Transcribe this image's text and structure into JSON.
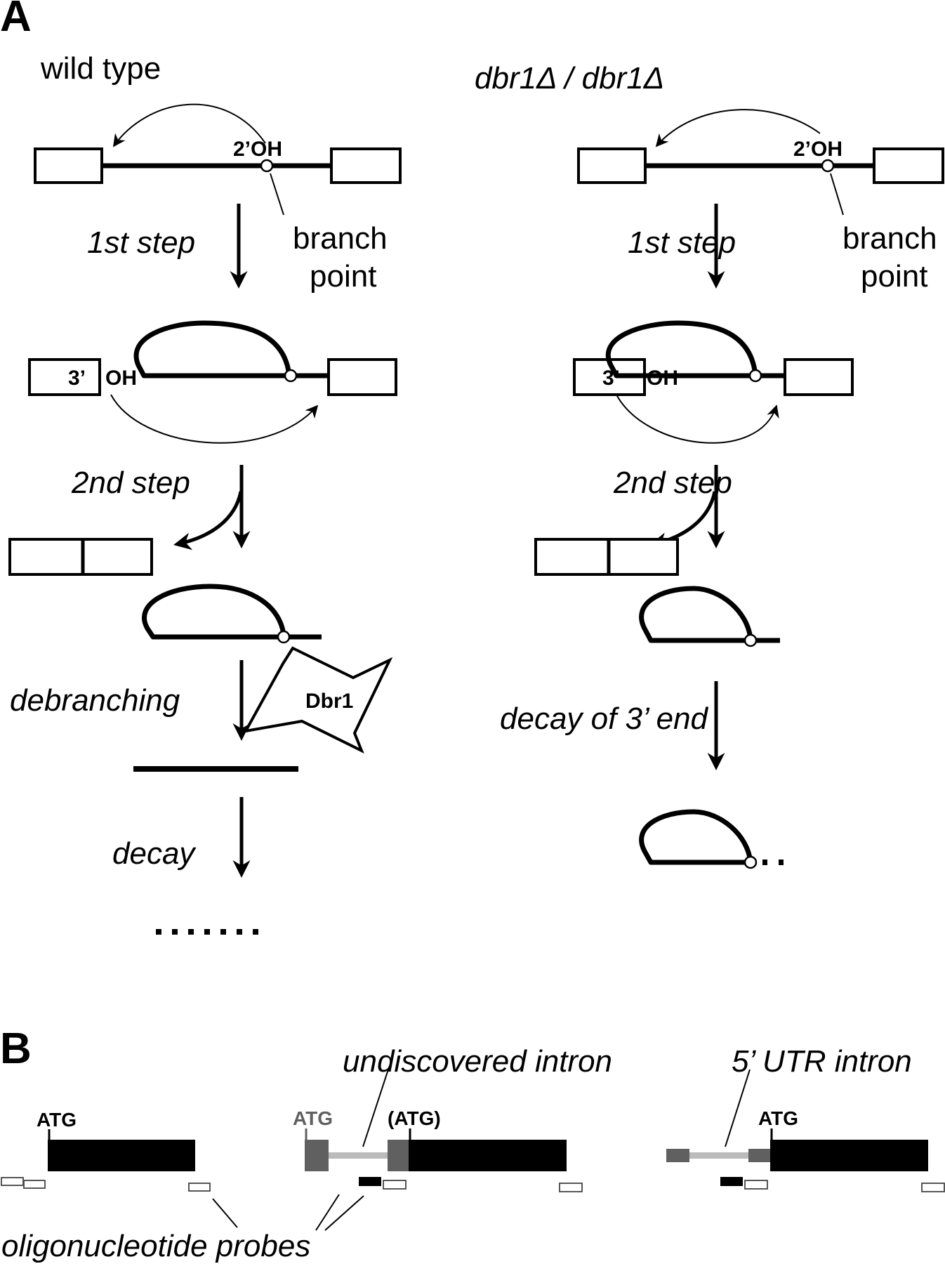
{
  "panel_a": {
    "letter": "A",
    "wild_type": {
      "title": "wild type",
      "label_2oh": "2’OH",
      "branch_point_line1": "branch",
      "branch_point_line2": "point",
      "step1": "1st step",
      "label_3": "3’",
      "label_oh": "OH",
      "step2": "2nd step",
      "debranching": "debranching",
      "enzyme": "Dbr1",
      "decay": "decay",
      "ellipsis": "......."
    },
    "mutant": {
      "title": "dbr1Δ / dbr1Δ",
      "label_2oh": "2’OH",
      "branch_point_line1": "branch",
      "branch_point_line2": "point",
      "step1": "1st step",
      "label_3": "3’",
      "label_oh": "OH",
      "step2": "2nd step",
      "decay_3end": "decay of 3’ end",
      "ellipsis": ".."
    }
  },
  "panel_b": {
    "letter": "B",
    "gene1": {
      "atg": "ATG"
    },
    "gene2": {
      "atg_upstream": "ATG",
      "atg_annotated": "(ATG)",
      "label": "undiscovered intron"
    },
    "gene3": {
      "atg": "ATG",
      "label": "5’ UTR intron"
    },
    "probes_label": "oligonucleotide probes",
    "colors": {
      "cds": "#000000",
      "utr_exon": "#606060",
      "intron": "#bbbbbb",
      "atg_grey": "#606060"
    }
  }
}
